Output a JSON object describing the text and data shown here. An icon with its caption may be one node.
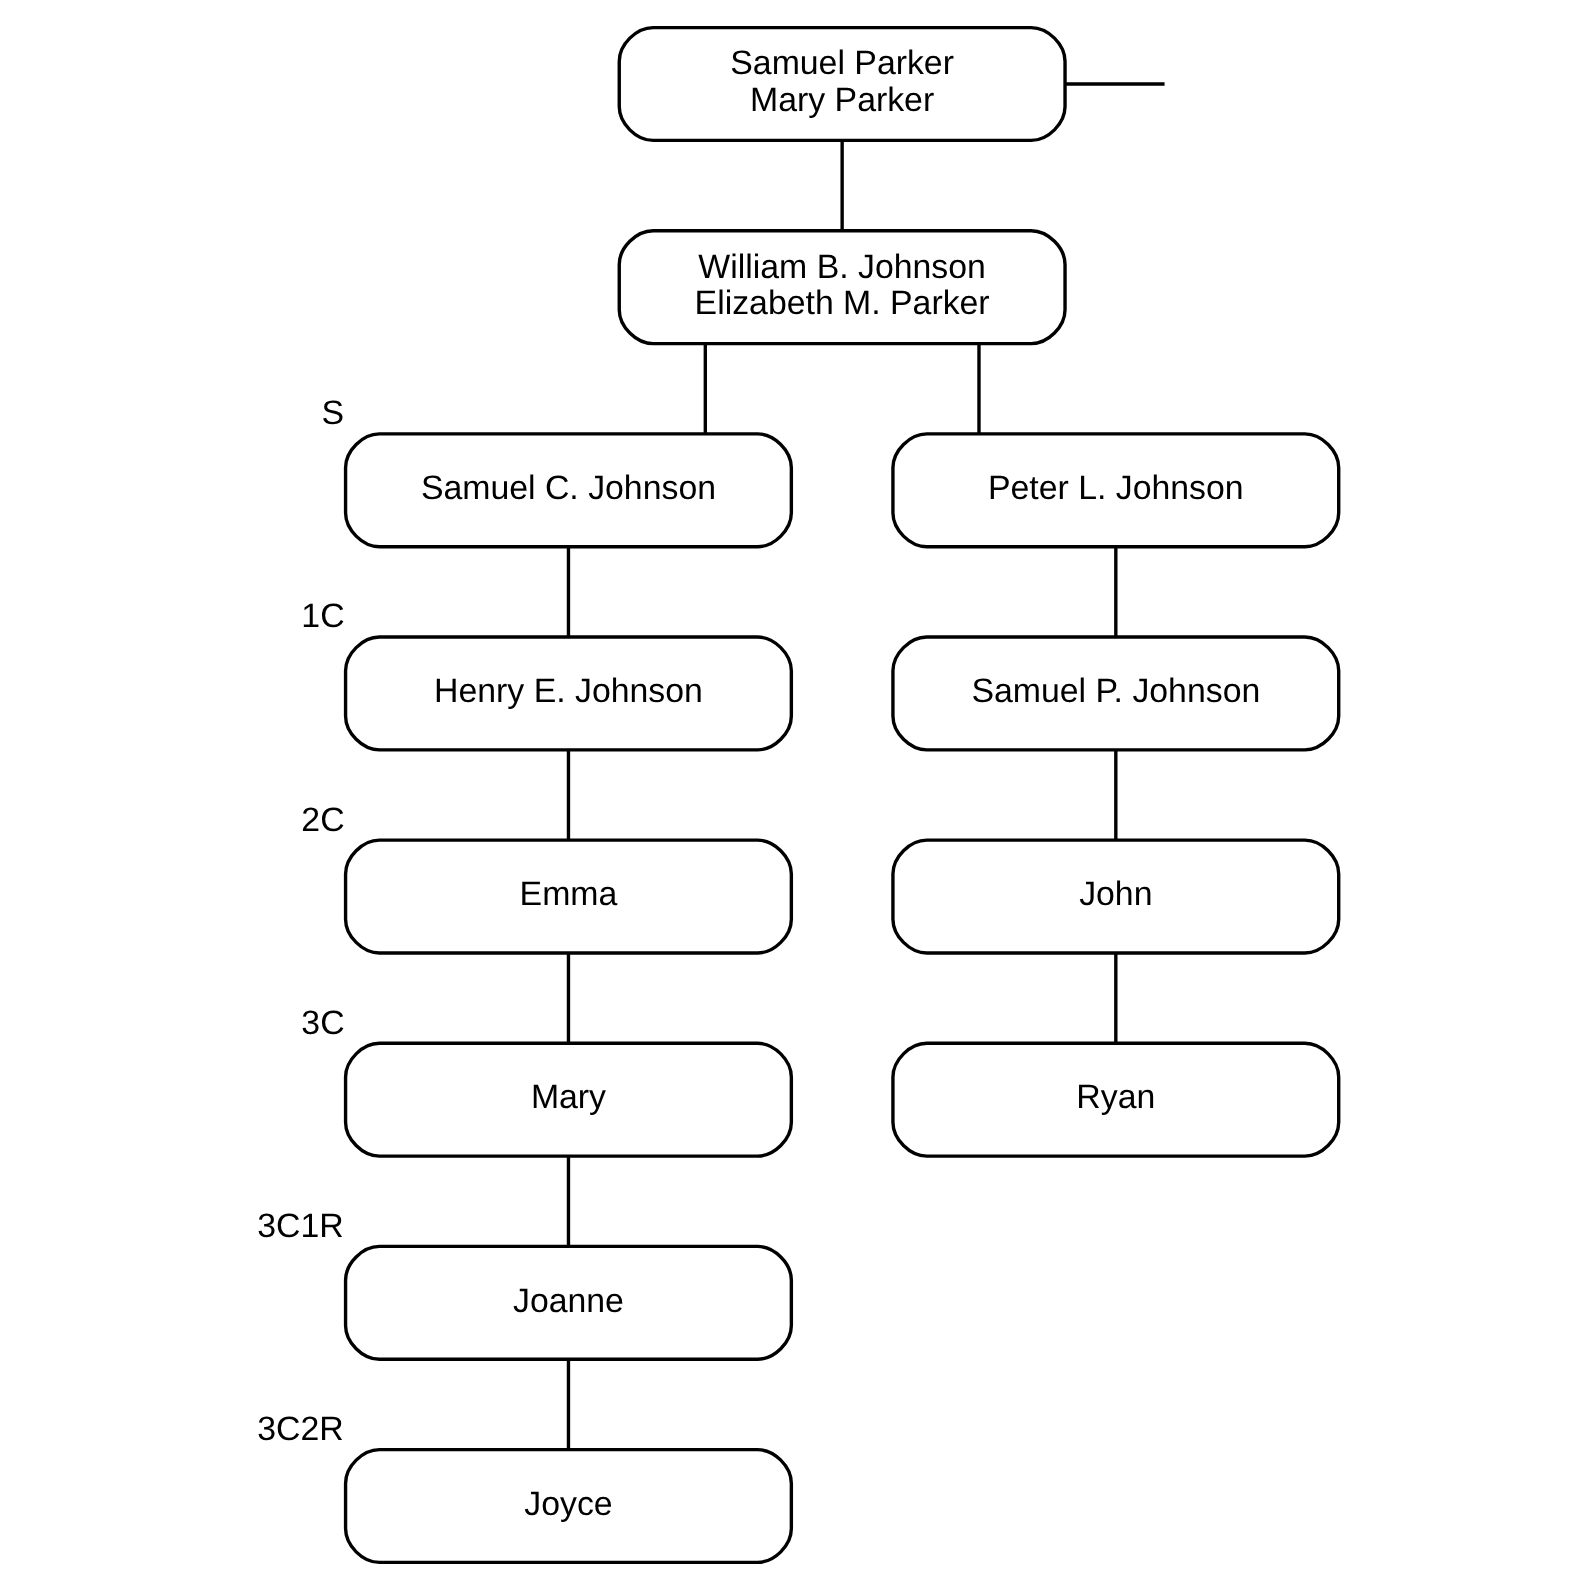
{
  "diagram": {
    "nodes": [
      {
        "text": [
          "Samuel Parker",
          "Mary Parker"
        ]
      },
      {
        "text": [
          "William B. Johnson",
          "Elizabeth M. Parker"
        ]
      },
      {
        "text": [
          "Samuel C. Johnson"
        ],
        "beside": [
          "S"
        ]
      },
      {
        "text": [
          "Peter L. Johnson"
        ]
      },
      {
        "text": [
          "Henry E. Johnson"
        ],
        "beside": [
          "1C"
        ]
      },
      {
        "text": [
          "Samuel P. Johnson"
        ]
      },
      {
        "text": [
          "Emma"
        ],
        "beside": [
          "2C"
        ]
      },
      {
        "text": [
          "John"
        ]
      },
      {
        "text": [
          "Mary"
        ],
        "beside": [
          "3C"
        ]
      },
      {
        "text": [
          "Ryan"
        ]
      },
      {
        "text": [
          "Joanne"
        ],
        "beside": [
          "3C1R"
        ]
      },
      {
        "text": [
          "Joyce"
        ],
        "beside": [
          "3C2R"
        ]
      }
    ],
    "edges": [
      {
        "from": 0,
        "to": null,
        "arrow": "none"
      },
      {
        "from": 0,
        "to": 1,
        "arrow": "none"
      },
      {
        "from": 1,
        "to": 2,
        "arrow": "none"
      },
      {
        "from": 1,
        "to": 3,
        "arrow": "none"
      },
      {
        "from": 2,
        "to": 4,
        "arrow": "none"
      },
      {
        "from": 4,
        "to": 6,
        "arrow": "none"
      },
      {
        "from": 6,
        "to": 8,
        "arrow": "none"
      },
      {
        "from": 8,
        "to": 10,
        "arrow": "none"
      },
      {
        "from": 10,
        "to": 11,
        "arrow": "none"
      },
      {
        "from": 3,
        "to": 5,
        "arrow": "none"
      },
      {
        "from": 5,
        "to": 7,
        "arrow": "none"
      },
      {
        "from": 7,
        "to": 9,
        "arrow": "none"
      }
    ]
  }
}
